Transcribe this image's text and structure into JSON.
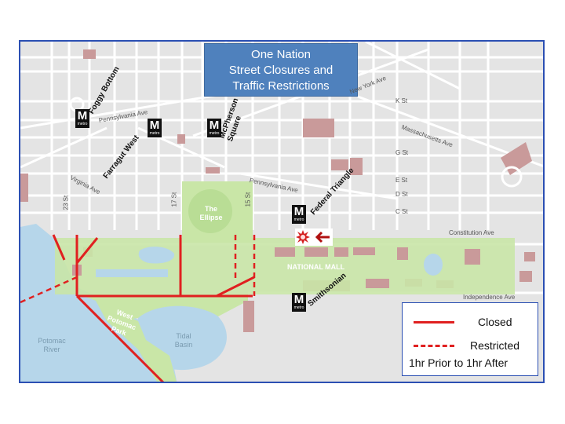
{
  "title": {
    "line1": "One Nation",
    "line2": "Street Closures and",
    "line3": "Traffic Restrictions"
  },
  "legend": {
    "closed": "Closed",
    "restricted": "Restricted",
    "time": "1hr Prior to 1hr After"
  },
  "colors": {
    "closure": "#e02020",
    "mall": "#c9e6a7",
    "water": "#b6d6ea",
    "building": "#c99a9a",
    "frame": "#2b4fb3",
    "title_bg": "#4f81bd"
  },
  "metro_icon": {
    "letter": "M",
    "word": "metro",
    "icon": "metro-icon"
  },
  "stations": {
    "foggy_bottom": "Foggy Bottom",
    "farragut_west": "Farragut West",
    "mcpherson": "McPherson Square",
    "federal_triangle": "Federal Triangle",
    "smithsonian": "Smithsonian"
  },
  "streets": {
    "new_york": "New York Ave",
    "massachusetts": "Massachusetts Ave",
    "pennsylvania_w": "Pennsylvania Ave",
    "pennsylvania_e": "Pennsylvania Ave",
    "virginia": "Virginia Ave",
    "constitution": "Constitution Ave",
    "independence": "Independence Ave",
    "k": "K St",
    "g": "G St",
    "e": "E St",
    "d": "D St",
    "c": "C St",
    "st23": "23 St",
    "st17": "17 St",
    "st15": "15 St"
  },
  "areas": {
    "ellipse": "The Ellipse",
    "mall": "NATIONAL MALL",
    "west_potomac": "West Potomac Park",
    "tidal": "Tidal Basin",
    "potomac": "Potomac River"
  },
  "event_icons": [
    "explosion-icon",
    "arrow-left-icon"
  ]
}
